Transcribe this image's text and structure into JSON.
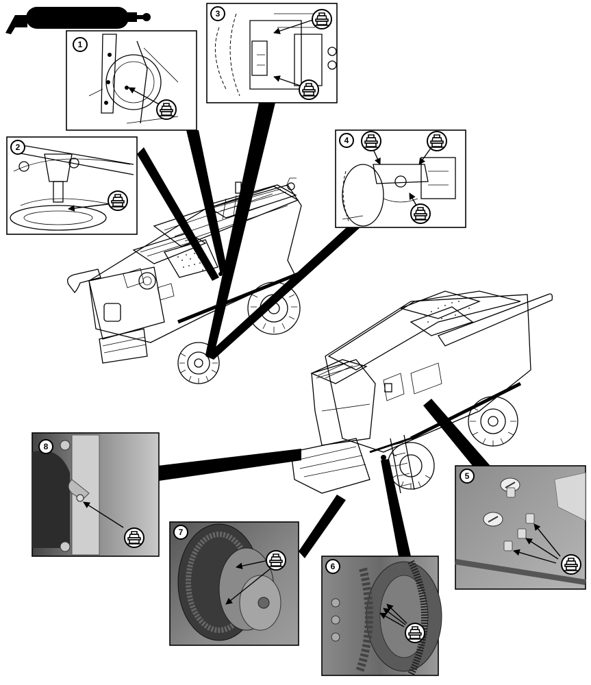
{
  "figure": {
    "callouts": [
      "1",
      "2",
      "3",
      "4",
      "5",
      "6",
      "7",
      "8"
    ],
    "icons": {
      "header": "grease-gun-icon",
      "fitting": "grease-fitting-icon"
    },
    "colors": {
      "ink": "#000000",
      "paper": "#ffffff",
      "photo_grey": "#9a9a9a"
    }
  }
}
